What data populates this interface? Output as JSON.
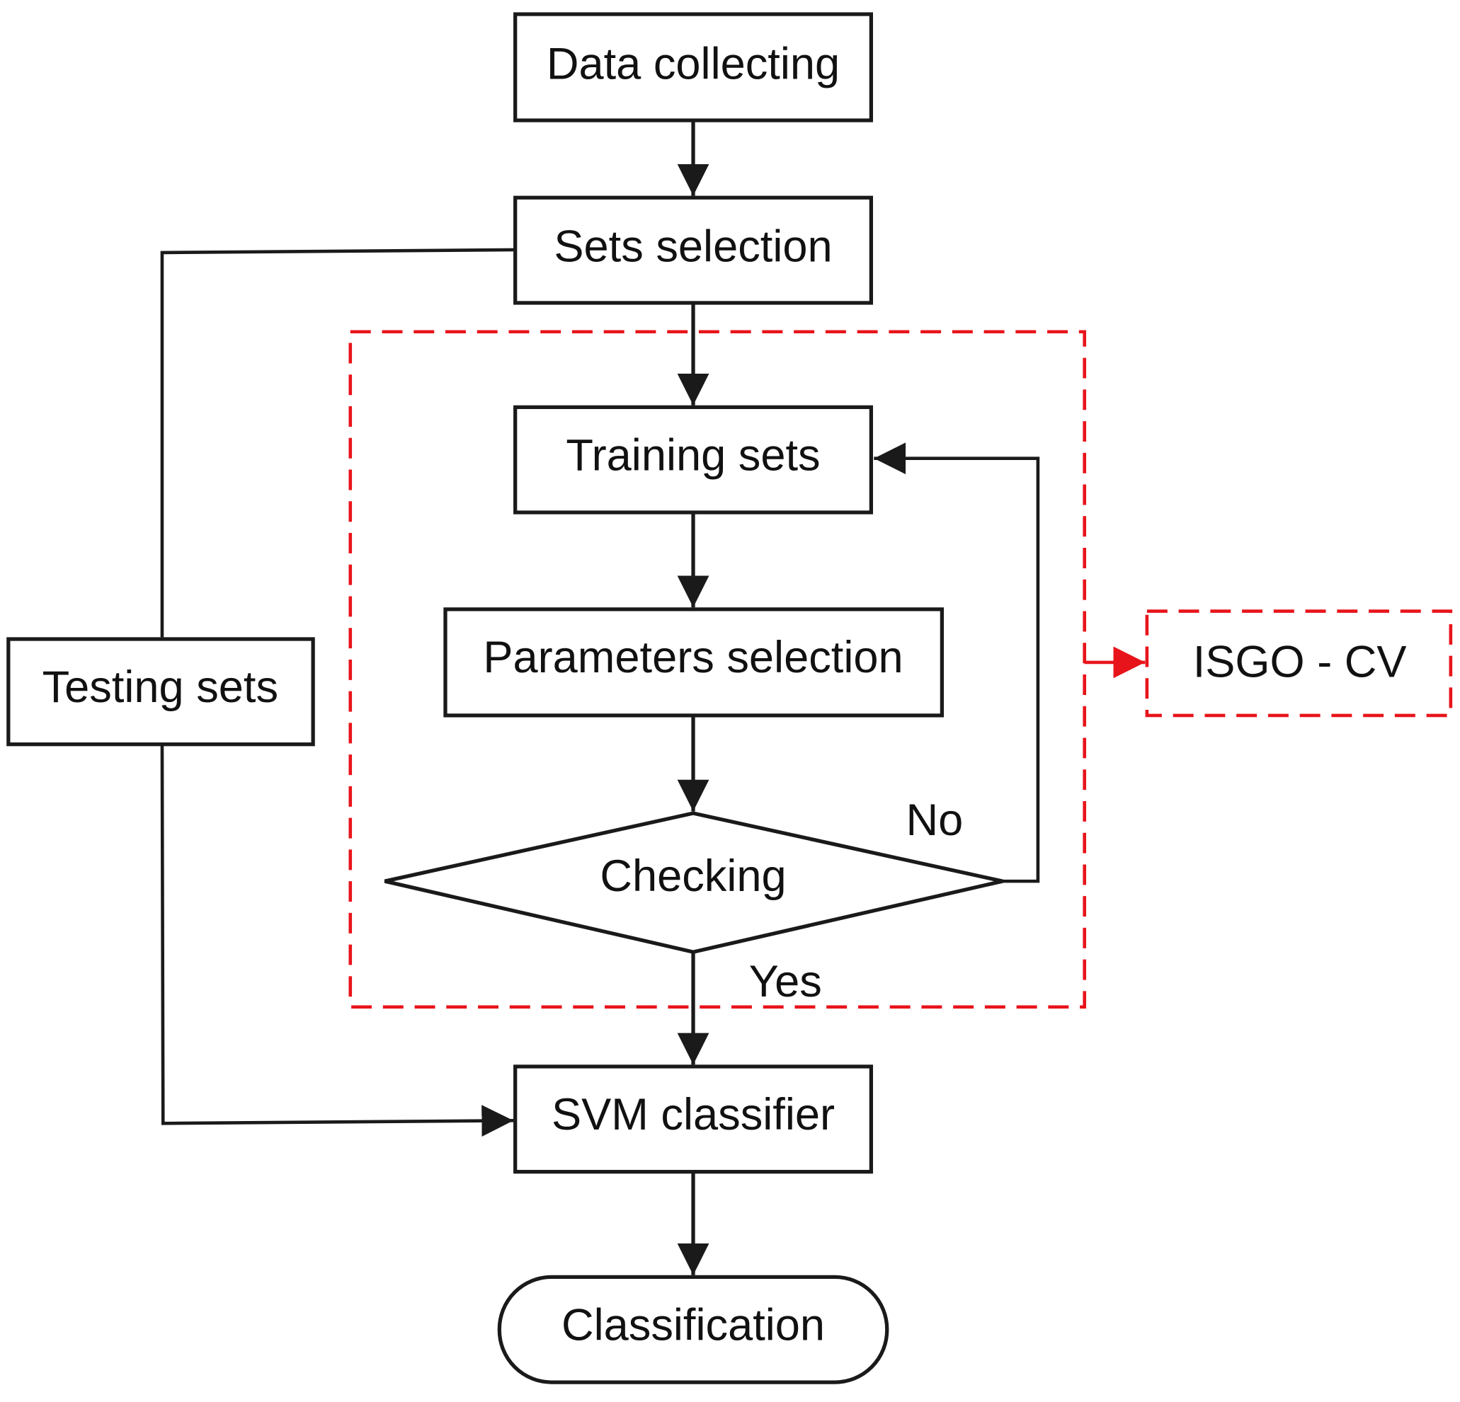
{
  "nodes": {
    "data_collecting": "Data collecting",
    "sets_selection": "Sets selection",
    "training_sets": "Training sets",
    "parameters_selection": "Parameters selection",
    "checking": "Checking",
    "testing_sets": "Testing sets",
    "svm_classifier": "SVM classifier",
    "classification": "Classification",
    "isgo_cv": "ISGO - CV"
  },
  "edge_labels": {
    "no": "No",
    "yes": "Yes"
  },
  "colors": {
    "stroke": "#1a1a1a",
    "highlight": "#e8141b",
    "text": "#111111"
  }
}
